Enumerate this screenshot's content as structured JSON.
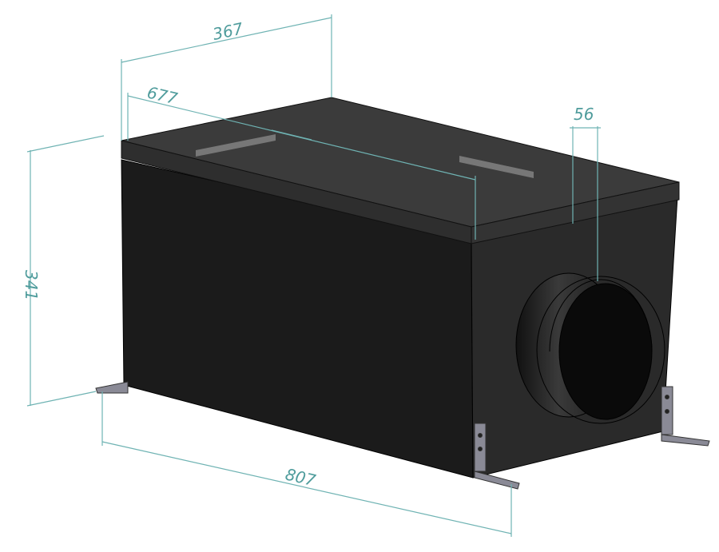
{
  "dimensions": {
    "width_top": "367",
    "inner_length": "677",
    "spigot_offset": "56",
    "height": "341",
    "length": "807"
  },
  "colors": {
    "dimension_line": "#6fb3b3",
    "body": "#1c1c1c",
    "lid": "#3a3a3a",
    "bracket": "#8a8a96"
  }
}
